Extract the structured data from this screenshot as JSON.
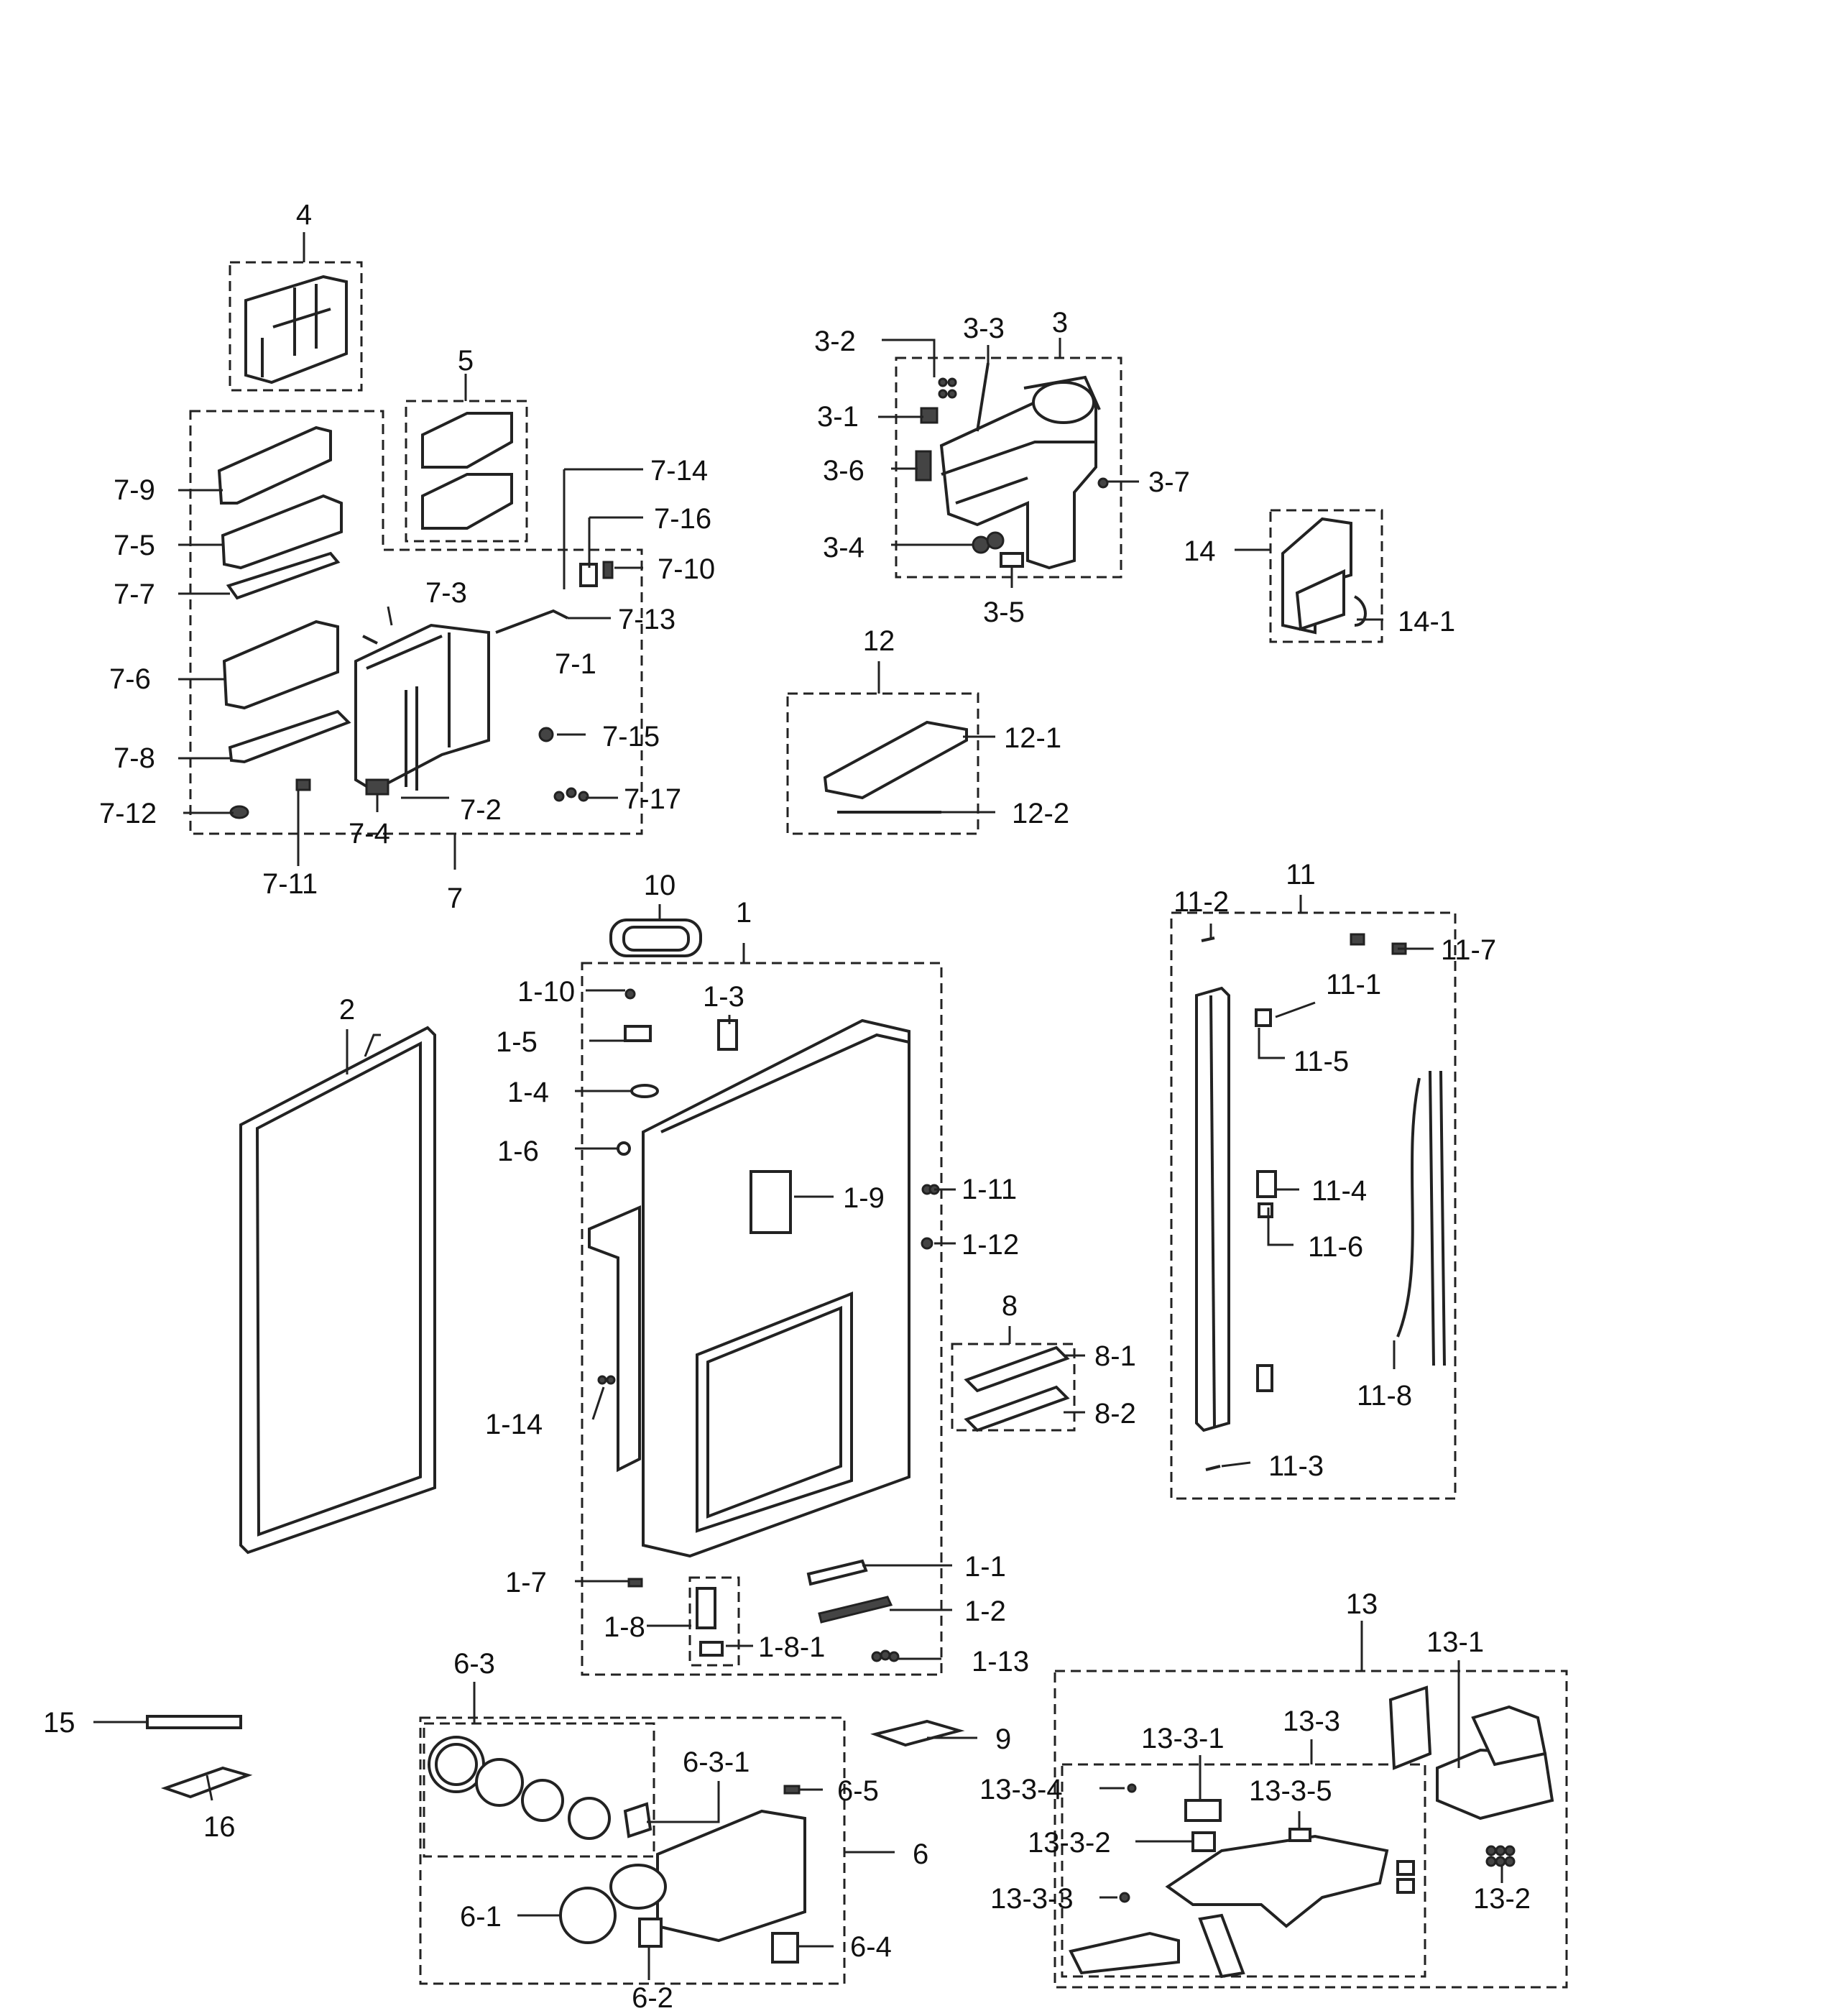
{
  "labels": {
    "p4": "4",
    "p5": "5",
    "p3": "3",
    "p3_2": "3-2",
    "p3_3": "3-3",
    "p3_1": "3-1",
    "p3_6": "3-6",
    "p3_7": "3-7",
    "p3_4": "3-4",
    "p3_5": "3-5",
    "p14": "14",
    "p14_1": "14-1",
    "p7_9": "7-9",
    "p7_5": "7-5",
    "p7_7": "7-7",
    "p7_6": "7-6",
    "p7_8": "7-8",
    "p7_12": "7-12",
    "p7_11": "7-11",
    "p7_4": "7-4",
    "p7": "7",
    "p7_3": "7-3",
    "p7_2": "7-2",
    "p7_14": "7-14",
    "p7_16": "7-16",
    "p7_10": "7-10",
    "p7_13": "7-13",
    "p7_1": "7-1",
    "p7_15": "7-15",
    "p7_17": "7-17",
    "p12": "12",
    "p12_1": "12-1",
    "p12_2": "12-2",
    "p10": "10",
    "p1": "1",
    "p2": "2",
    "p1_10": "1-10",
    "p1_3": "1-3",
    "p1_5": "1-5",
    "p1_4": "1-4",
    "p1_6": "1-6",
    "p1_9": "1-9",
    "p1_11": "1-11",
    "p1_12": "1-12",
    "p1_14": "1-14",
    "p1_7": "1-7",
    "p1_8": "1-8",
    "p1_8_1": "1-8-1",
    "p1_1": "1-1",
    "p1_2": "1-2",
    "p1_13": "1-13",
    "p8": "8",
    "p8_1": "8-1",
    "p8_2": "8-2",
    "p11": "11",
    "p11_2": "11-2",
    "p11_7": "11-7",
    "p11_1": "11-1",
    "p11_5": "11-5",
    "p11_4": "11-4",
    "p11_6": "11-6",
    "p11_8": "11-8",
    "p11_3": "11-3",
    "p15": "15",
    "p16": "16",
    "p9": "9",
    "p6_3": "6-3",
    "p6_3_1": "6-3-1",
    "p6_5": "6-5",
    "p6": "6",
    "p6_1": "6-1",
    "p6_4": "6-4",
    "p6_2": "6-2",
    "p13": "13",
    "p13_1": "13-1",
    "p13_3": "13-3",
    "p13_3_1": "13-3-1",
    "p13_3_4": "13-3-4",
    "p13_3_5": "13-3-5",
    "p13_3_2": "13-3-2",
    "p13_3_3": "13-3-3",
    "p13_2": "13-2"
  }
}
